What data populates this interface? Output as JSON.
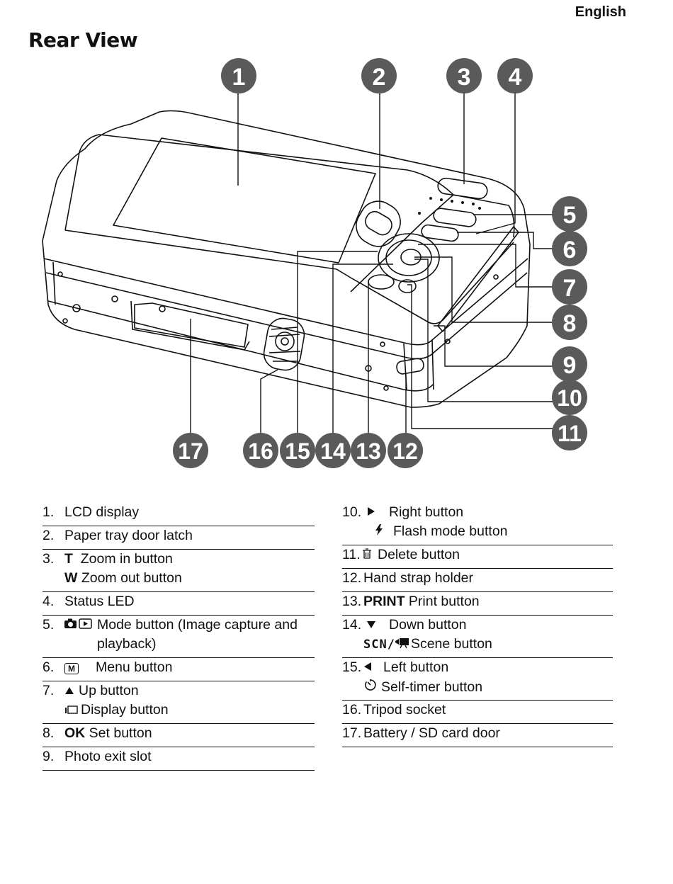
{
  "header": {
    "language": "English",
    "title": "Rear View"
  },
  "callouts": [
    "1",
    "2",
    "3",
    "4",
    "5",
    "6",
    "7",
    "8",
    "9",
    "10",
    "11",
    "12",
    "13",
    "14",
    "15",
    "16",
    "17"
  ],
  "legend_left": [
    {
      "num": "1.",
      "text": "LCD display"
    },
    {
      "num": "2.",
      "text": "Paper tray door latch"
    },
    {
      "num": "3.",
      "key": "T",
      "text": "Zoom in button",
      "key2": "W",
      "text2": "Zoom out button"
    },
    {
      "num": "4.",
      "text": "Status LED"
    },
    {
      "num": "5.",
      "text": "Mode button  (Image capture and",
      "text2": "playback)"
    },
    {
      "num": "6.",
      "key": "M",
      "text": "Menu button"
    },
    {
      "num": "7.",
      "text": "Up button",
      "text2": "Display button"
    },
    {
      "num": "8.",
      "key": "OK",
      "text": "Set button"
    },
    {
      "num": "9.",
      "text": "Photo exit slot"
    }
  ],
  "legend_right": [
    {
      "num": "10.",
      "text": "Right button",
      "text2": "Flash mode button"
    },
    {
      "num": "11.",
      "text": "Delete button"
    },
    {
      "num": "12.",
      "text": "Hand strap holder"
    },
    {
      "num": "13.",
      "key": "PRINT",
      "text": "Print button"
    },
    {
      "num": "14.",
      "text": "Down button",
      "key2": "SCN/",
      "text2": "Scene button"
    },
    {
      "num": "15.",
      "text": "Left button",
      "text2": "Self-timer button"
    },
    {
      "num": "16.",
      "text": "Tripod socket"
    },
    {
      "num": "17.",
      "text": "Battery / SD card door"
    }
  ],
  "icons": {
    "up": "up-triangle-icon",
    "down": "down-triangle-icon",
    "left": "left-triangle-icon",
    "right": "right-triangle-icon",
    "flash": "flash-icon",
    "delete": "trash-icon",
    "selftimer": "self-timer-icon",
    "display": "display-icon",
    "mode": "camera-playback-icon",
    "scene": "movie-camera-icon"
  },
  "colors": {
    "callout_fill": "#5a5a5a",
    "callout_text": "#ffffff",
    "line": "#111111"
  }
}
